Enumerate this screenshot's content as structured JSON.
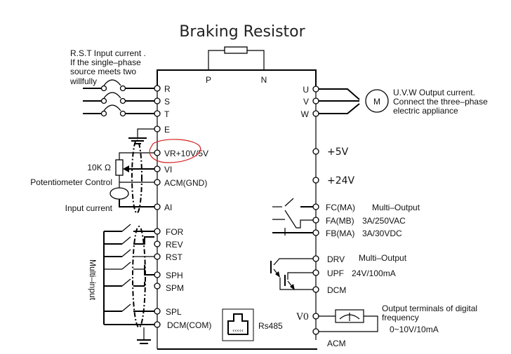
{
  "title": "Braking Resistor",
  "top_terminals": [
    "P",
    "N"
  ],
  "input": {
    "note_lines": [
      "R.S.T Input current .",
      "If the single–phase",
      "source meets two",
      "willfully"
    ],
    "terminals": [
      "R",
      "S",
      "T",
      "E"
    ]
  },
  "analog": {
    "terminals": [
      "VR+10V/5V",
      "VI",
      "ACM(GND)",
      "AI"
    ],
    "potentiometer_label": "10K Ω",
    "potentiometer_control_label": "Potentiometer Control",
    "input_current_label": "Input current",
    "highlight_color": "#d42020"
  },
  "digital_inputs": {
    "group_label": "Multi–input",
    "terminals": [
      "FOR",
      "REV",
      "RST",
      "SPH",
      "SPM",
      "SPL",
      "DCM(COM)"
    ]
  },
  "rs485_label": "Rs485",
  "output": {
    "terminals": [
      "U",
      "V",
      "W"
    ],
    "motor_label": "M",
    "note_lines": [
      "U.V.W Output current.",
      "Connect the three–phase",
      "electric appliance"
    ]
  },
  "power": [
    "+5V",
    "+24V"
  ],
  "relay": {
    "rows": [
      {
        "terminal": "FC(MA)",
        "desc": "Multi–Output"
      },
      {
        "terminal": "FA(MB)",
        "desc": "3A/250VAC"
      },
      {
        "terminal": "FB(MA)",
        "desc": "3A/30VDC"
      }
    ]
  },
  "transistor": {
    "rows": [
      {
        "terminal": "DRV",
        "desc": "Multi–Output"
      },
      {
        "terminal": "UPF",
        "desc": "24V/100mA"
      },
      {
        "terminal": "DCM",
        "desc": ""
      }
    ]
  },
  "freq_output": {
    "terminals": [
      "V0",
      "ACM"
    ],
    "note_lines": [
      "Output terminals of digital",
      "frequency"
    ],
    "range": "0~10V/10mA"
  }
}
